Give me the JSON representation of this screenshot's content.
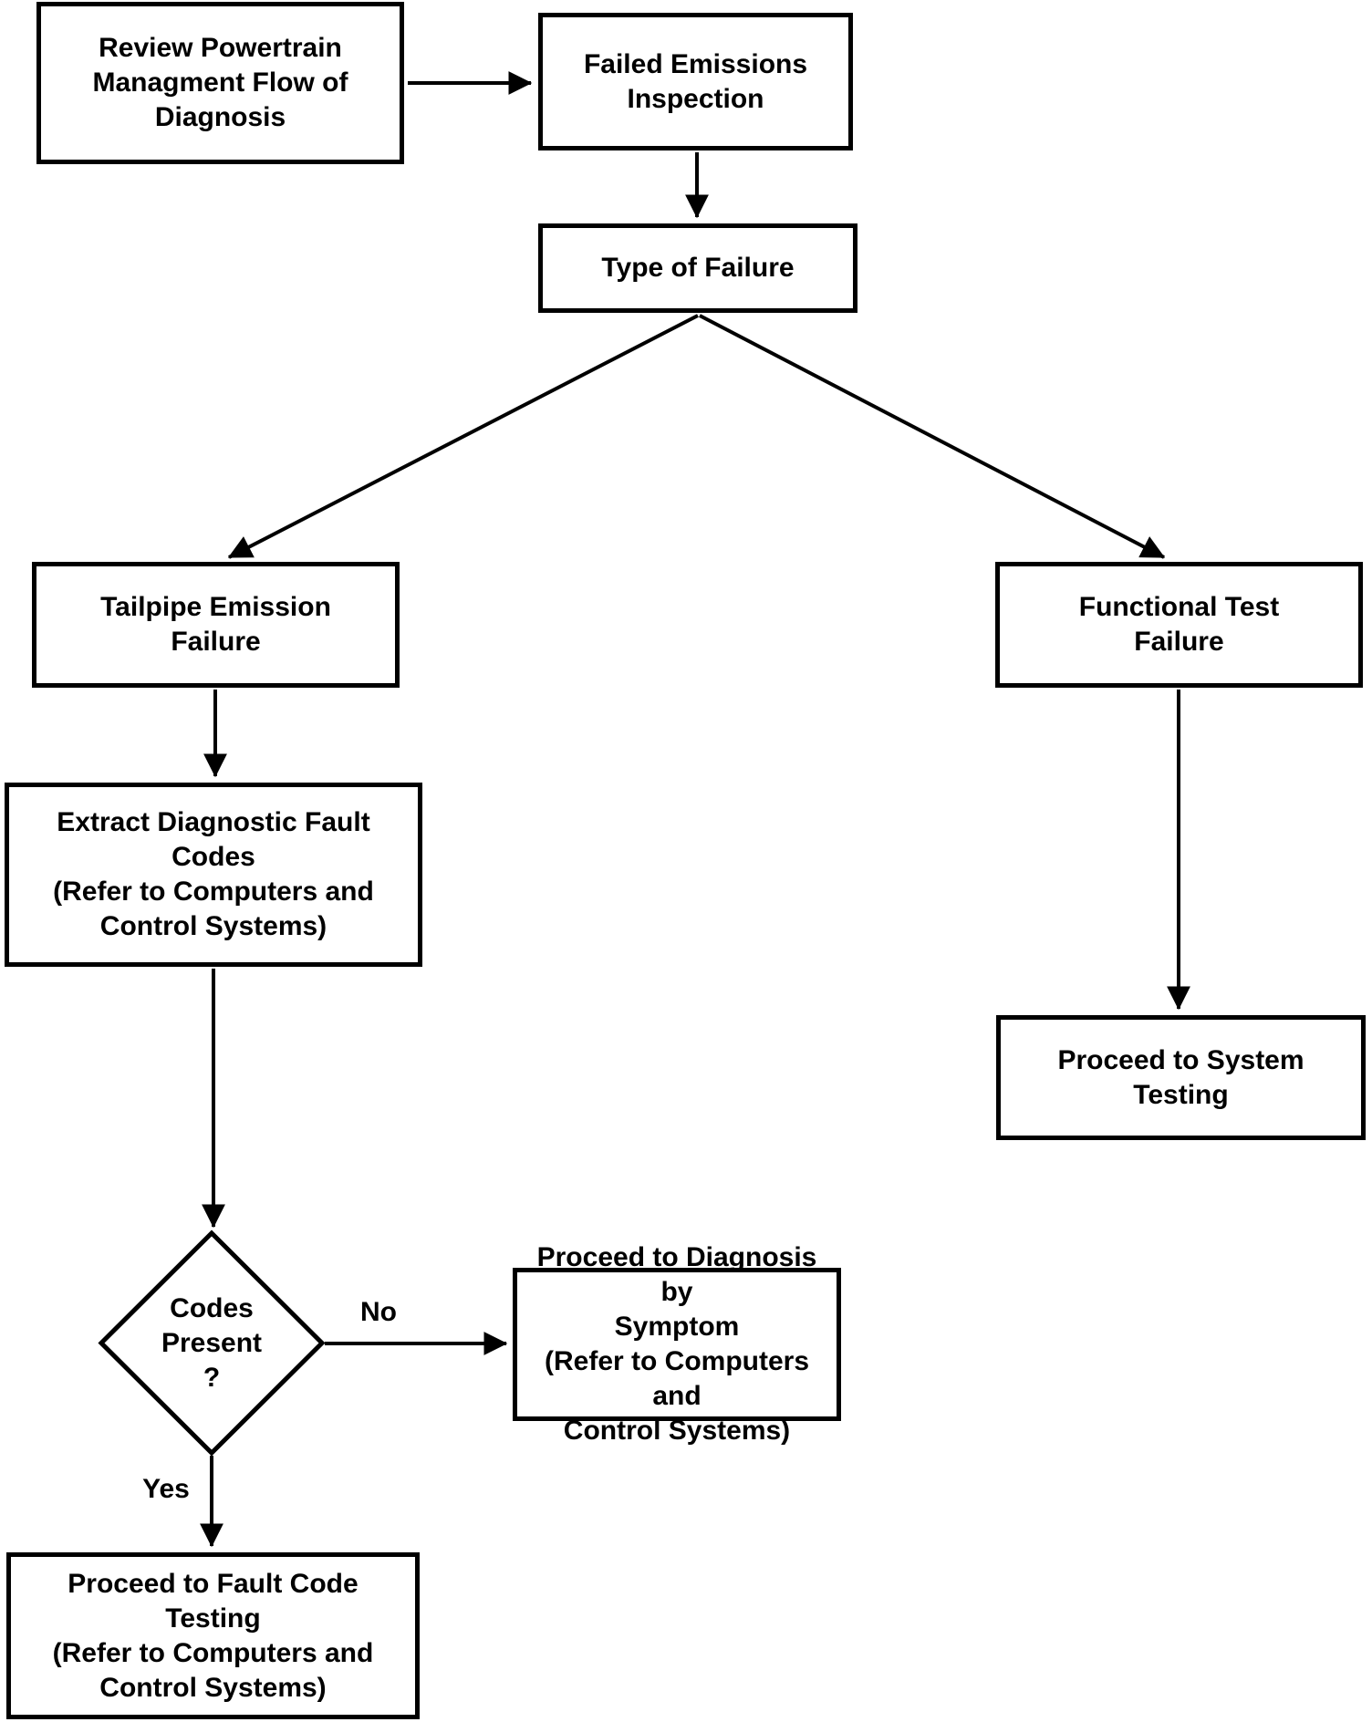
{
  "colors": {
    "background": "#ffffff",
    "line": "#000000",
    "text": "#000000",
    "node_fill": "#ffffff"
  },
  "nodes": [
    {
      "id": "review",
      "type": "process",
      "label": "Review Powertrain\nManagment Flow of\nDiagnosis"
    },
    {
      "id": "failed-emissions",
      "type": "process",
      "label": "Failed Emissions\nInspection"
    },
    {
      "id": "type-of-failure",
      "type": "process",
      "label": "Type of Failure"
    },
    {
      "id": "tailpipe-emission-failure",
      "type": "process",
      "label": "Tailpipe Emission\nFailure"
    },
    {
      "id": "functional-test-failure",
      "type": "process",
      "label": "Functional Test\nFailure"
    },
    {
      "id": "extract-fault-codes",
      "type": "process",
      "label": "Extract Diagnostic Fault\nCodes\n(Refer to Computers and\nControl Systems)"
    },
    {
      "id": "proceed-system-testing",
      "type": "process",
      "label": "Proceed to System\nTesting"
    },
    {
      "id": "codes-present",
      "type": "decision",
      "label": "Codes\nPresent\n?"
    },
    {
      "id": "proceed-diagnosis-by-symptom",
      "type": "process",
      "label": "Proceed to Diagnosis by\nSymptom\n(Refer to Computers and\nControl Systems)"
    },
    {
      "id": "proceed-fault-code-testing",
      "type": "process",
      "label": "Proceed to Fault Code\nTesting\n(Refer to Computers and\nControl Systems)"
    }
  ],
  "edges": [
    {
      "from": "review",
      "to": "failed-emissions",
      "label": ""
    },
    {
      "from": "failed-emissions",
      "to": "type-of-failure",
      "label": ""
    },
    {
      "from": "type-of-failure",
      "to": "tailpipe-emission-failure",
      "label": ""
    },
    {
      "from": "type-of-failure",
      "to": "functional-test-failure",
      "label": ""
    },
    {
      "from": "tailpipe-emission-failure",
      "to": "extract-fault-codes",
      "label": ""
    },
    {
      "from": "extract-fault-codes",
      "to": "codes-present",
      "label": ""
    },
    {
      "from": "codes-present",
      "to": "proceed-diagnosis-by-symptom",
      "label": "No"
    },
    {
      "from": "codes-present",
      "to": "proceed-fault-code-testing",
      "label": "Yes"
    },
    {
      "from": "functional-test-failure",
      "to": "proceed-system-testing",
      "label": ""
    }
  ]
}
